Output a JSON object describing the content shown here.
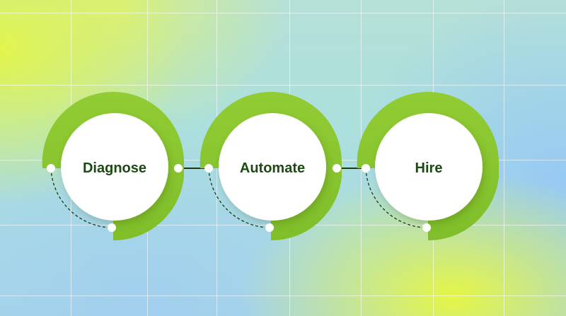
{
  "steps": [
    {
      "label": "Diagnose"
    },
    {
      "label": "Automate"
    },
    {
      "label": "Hire"
    }
  ],
  "colors": {
    "ring_green": "#8cc63f",
    "ring_green_dark": "#7ab82e",
    "label_text": "#1c4a12",
    "circle_fill": "#ffffff",
    "connector": "#1f3a12"
  }
}
